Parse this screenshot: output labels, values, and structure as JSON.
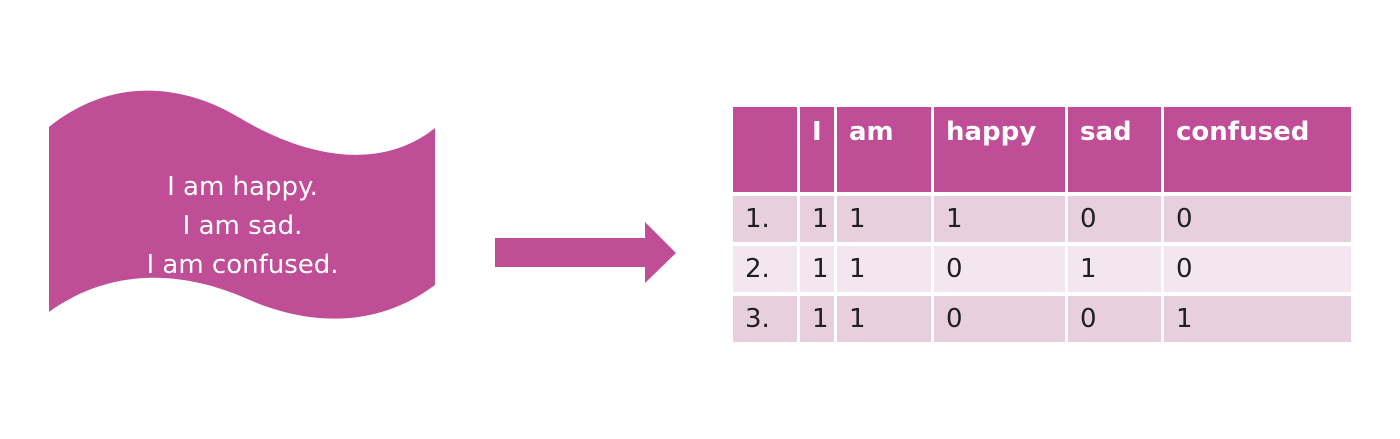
{
  "document": {
    "sentences": [
      "I am happy.",
      "I am sad.",
      "I am confused."
    ],
    "fill_color": "#c04e96"
  },
  "arrow": {
    "color": "#c04e96"
  },
  "matrix": {
    "columns": [
      "",
      "I",
      "am",
      "happy",
      "sad",
      "confused"
    ],
    "rows": [
      [
        "1.",
        "1",
        "1",
        "1",
        "0",
        "0"
      ],
      [
        "2.",
        "1",
        "1",
        "0",
        "1",
        "0"
      ],
      [
        "3.",
        "1",
        "1",
        "0",
        "0",
        "1"
      ]
    ],
    "header_color": "#c04e96",
    "row_color_a": "#e8cfde",
    "row_color_b": "#f4e6ee"
  }
}
